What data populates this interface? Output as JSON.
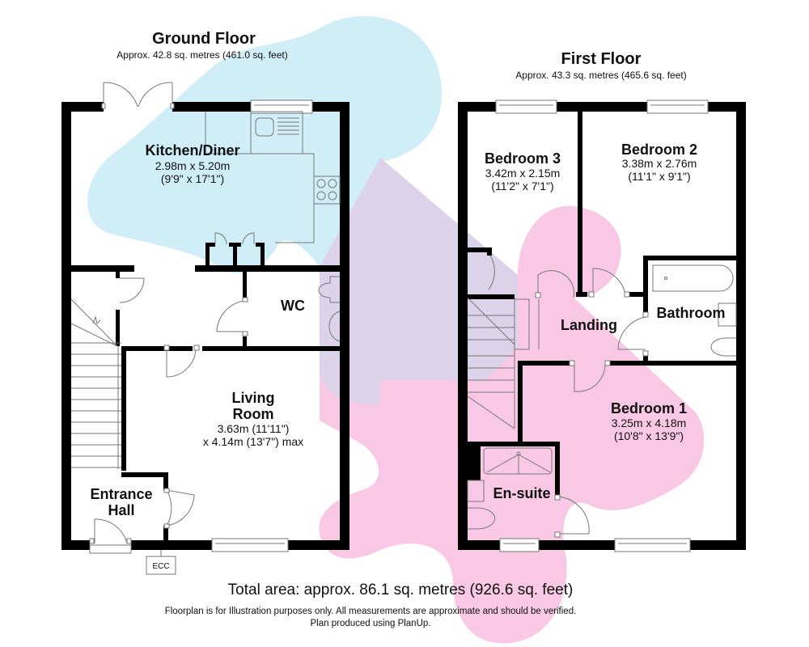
{
  "colors": {
    "wall": "#000000",
    "blob_blue": "#cfeef7",
    "blob_pink": "#f8c8e4",
    "blob_overlap": "#dcd2ea",
    "fixture_line": "#777777"
  },
  "ground_floor": {
    "title": "Ground Floor",
    "area": "Approx. 42.8 sq. metres (461.0 sq. feet)",
    "rooms": {
      "kitchen": {
        "name": "Kitchen/Diner",
        "dim1": "2.98m x 5.20m",
        "dim2": "(9'9\" x 17'1\")"
      },
      "wc": {
        "name": "WC"
      },
      "living": {
        "name1": "Living",
        "name2": "Room",
        "dim1": "3.63m (11'11\")",
        "dim2": "x 4.14m (13'7\") max"
      },
      "entrance": {
        "name1": "Entrance",
        "name2": "Hall"
      }
    },
    "ecc_label": "ECC"
  },
  "first_floor": {
    "title": "First Floor",
    "area": "Approx. 43.3 sq. metres (465.6 sq. feet)",
    "rooms": {
      "bedroom3": {
        "name": "Bedroom 3",
        "dim1": "3.42m x 2.15m",
        "dim2": "(11'2\" x 7'1\")"
      },
      "bedroom2": {
        "name": "Bedroom 2",
        "dim1": "3.38m x 2.76m",
        "dim2": "(11'1\" x 9'1\")"
      },
      "landing": {
        "name": "Landing"
      },
      "bathroom": {
        "name": "Bathroom"
      },
      "bedroom1": {
        "name": "Bedroom 1",
        "dim1": "3.25m x 4.18m",
        "dim2": "(10'8\" x 13'9\")"
      },
      "ensuite": {
        "name": "En-suite"
      }
    }
  },
  "footer": {
    "total_area": "Total area: approx. 86.1 sq. metres (926.6 sq. feet)",
    "disclaimer": "Floorplan is for Illustration purposes only. All measurements are approximate and should be verified.",
    "credit": "Plan produced using PlanUp."
  }
}
